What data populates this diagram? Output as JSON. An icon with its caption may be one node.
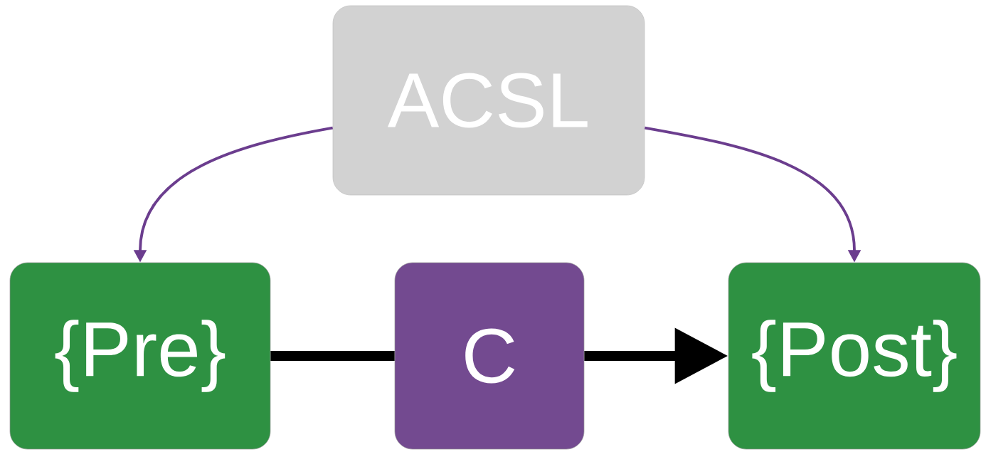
{
  "diagram": {
    "nodes": [
      {
        "text": [
          "ACSL"
        ]
      },
      {
        "text": [
          "{Pre}"
        ]
      },
      {
        "text": [
          "C"
        ]
      },
      {
        "text": [
          "{Post}"
        ]
      }
    ],
    "edges": [
      {
        "from": 0,
        "to": 1,
        "arrow": "to",
        "color": "#6b3d8e"
      },
      {
        "from": 0,
        "to": 3,
        "arrow": "to",
        "color": "#6b3d8e"
      },
      {
        "from": 1,
        "to": 2,
        "arrow": "none",
        "style": "thick",
        "color": "#000000"
      },
      {
        "from": 2,
        "to": 3,
        "arrow": "to",
        "style": "thick",
        "color": "#000000"
      }
    ]
  }
}
